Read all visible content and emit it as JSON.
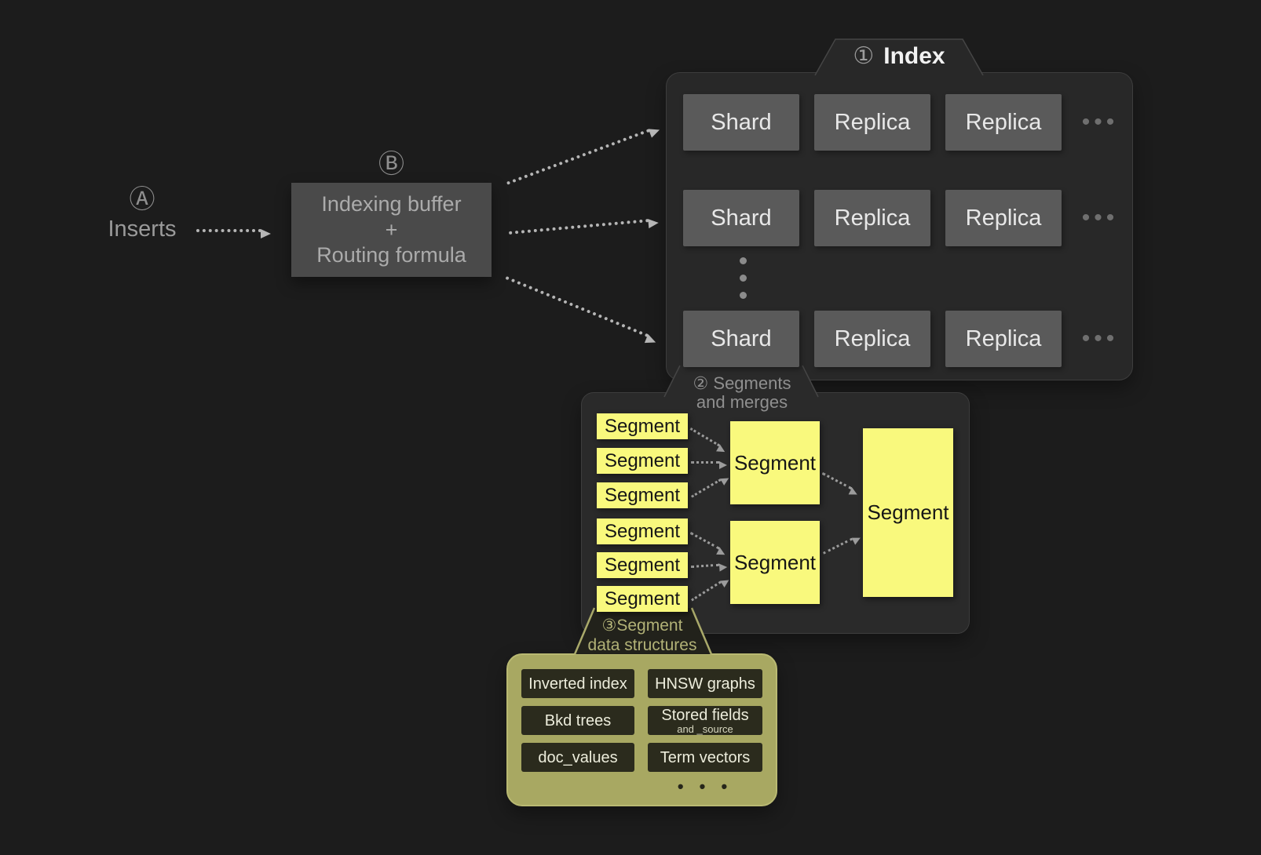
{
  "colors": {
    "background": "#1c1c1c",
    "panel_gray": "#282828",
    "box_gray": "#5a5a5a",
    "segment_yellow": "#f9f97d",
    "structures_olive": "#a8a862"
  },
  "inserts": {
    "marker": "Ⓐ",
    "label": "Inserts"
  },
  "buffer": {
    "marker": "Ⓑ",
    "line1": "Indexing buffer",
    "line2": "+",
    "line3": "Routing formula"
  },
  "index_panel": {
    "marker": "①",
    "title": "Index",
    "rows": [
      {
        "cells": [
          "Shard",
          "Replica",
          "Replica"
        ],
        "more": "•••"
      },
      {
        "cells": [
          "Shard",
          "Replica",
          "Replica"
        ],
        "more": "•••"
      },
      {
        "cells": [
          "Shard",
          "Replica",
          "Replica"
        ],
        "more": "•••"
      }
    ]
  },
  "segments_panel": {
    "marker": "②",
    "title_line1": "Segments",
    "title_line2": "and merges",
    "small_segments": [
      "Segment",
      "Segment",
      "Segment",
      "Segment",
      "Segment",
      "Segment"
    ],
    "merged_segments": [
      "Segment",
      "Segment"
    ],
    "final_segment": "Segment"
  },
  "structures_panel": {
    "marker": "③",
    "title_line1": "Segment",
    "title_line2": "data structures",
    "items": [
      {
        "label": "Inverted index"
      },
      {
        "label": "HNSW graphs"
      },
      {
        "label": "Bkd trees"
      },
      {
        "label": "Stored fields",
        "sub": "and _source"
      },
      {
        "label": "doc_values"
      },
      {
        "label": "Term vectors"
      }
    ],
    "more": "• • •"
  }
}
